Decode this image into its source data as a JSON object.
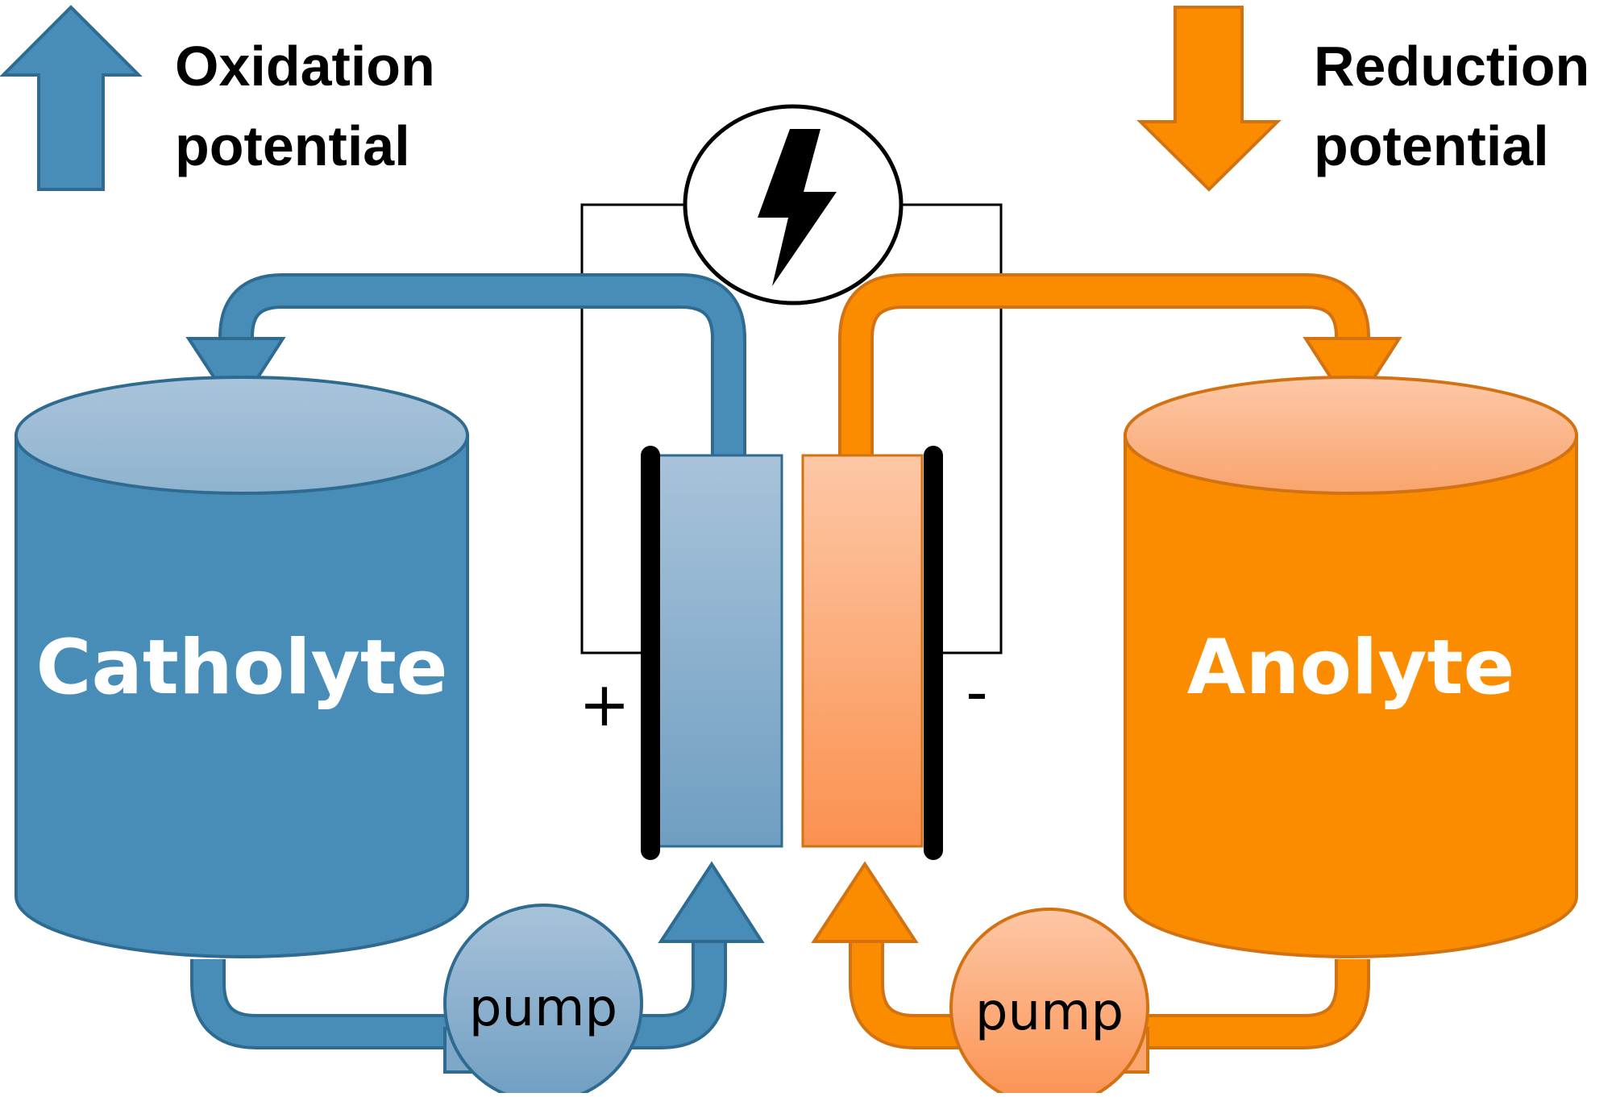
{
  "legend": {
    "oxidation_line1": "Oxidation",
    "oxidation_line2": "potential",
    "reduction_line1": "Reduction",
    "reduction_line2": "potential"
  },
  "tanks": {
    "left_label": "Catholyte",
    "right_label": "Anolyte"
  },
  "pumps": {
    "left_label": "pump",
    "right_label": "pump"
  },
  "electrodes": {
    "positive_sign": "+",
    "negative_sign": "-"
  },
  "icons": {
    "power_source": "lightning-bolt-icon",
    "oxidation_arrow": "arrow-up-icon",
    "reduction_arrow": "arrow-down-icon"
  },
  "colors": {
    "catholyte_blue": "#478db8",
    "catholyte_dark": "#2f6b91",
    "anolyte_orange": "#fb8c00",
    "anolyte_dark": "#d27212",
    "wire_black": "#000000"
  }
}
